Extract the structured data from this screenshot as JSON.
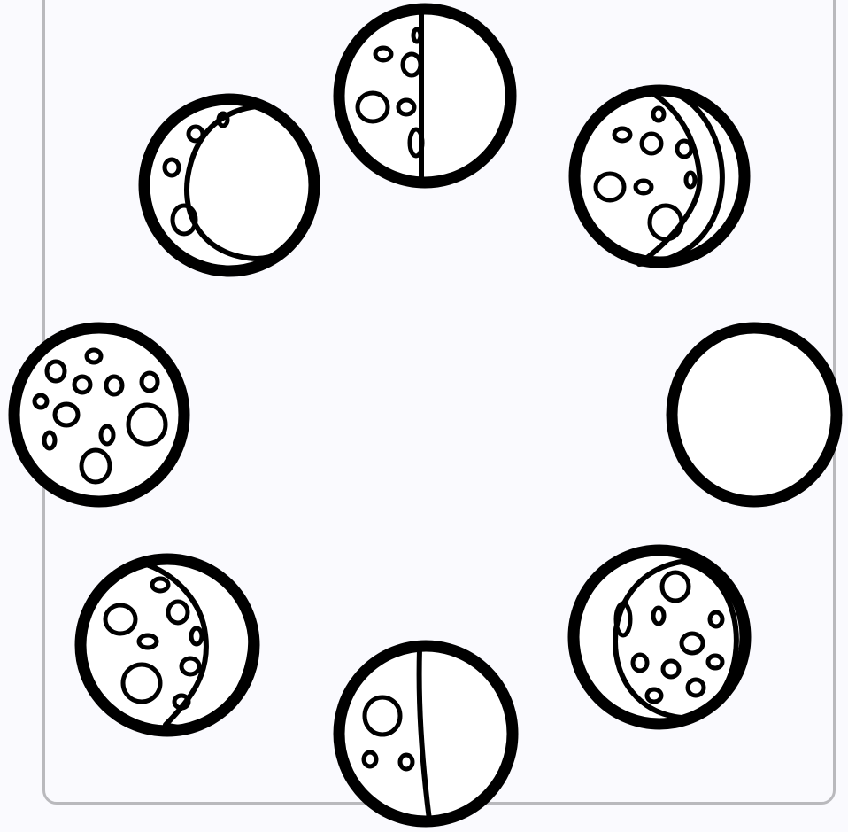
{
  "illustration": {
    "subject": "moon-phases",
    "stroke_color": "#000000",
    "fill_color": "#ffffff",
    "background_color": "#fafafe",
    "frame_color": "#b9b9bd",
    "phases": [
      "first-quarter",
      "waxing-gibbous",
      "full-moon",
      "waning-gibbous",
      "last-quarter",
      "waning-crescent",
      "new-moon",
      "waxing-crescent"
    ]
  }
}
